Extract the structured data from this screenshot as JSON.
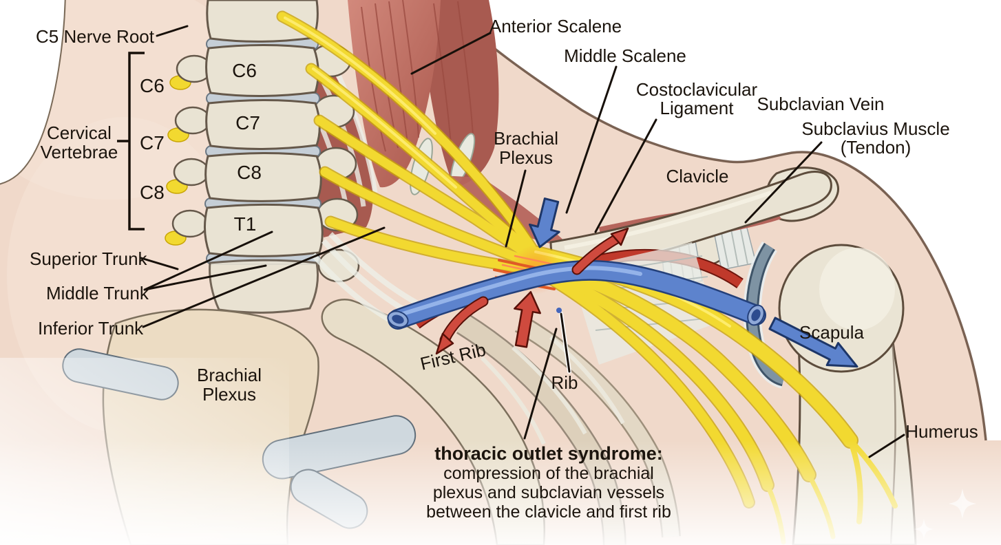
{
  "figure": {
    "type": "anatomical diagram",
    "subject": "Thoracic outlet syndrome — brachial plexus and subclavian vessel compression at the shoulder"
  },
  "labels": {
    "c5_nerve_root": "C5 Nerve Root",
    "cervical_vertebrae_line1": "Cervical",
    "cervical_vertebrae_line2": "Vertebrae",
    "bracket_c6": "C6",
    "bracket_c7": "C7",
    "bracket_c8": "C8",
    "vertebra_c6": "C6",
    "vertebra_c7": "C7",
    "vertebra_c8": "C8",
    "vertebra_t1": "T1",
    "anterior_scalene": "Anterior Scalene",
    "middle_scalene": "Middle Scalene",
    "costoclavicular_line1": "Costoclavicular",
    "costoclavicular_line2": "Ligament",
    "subclavian_vein": "Subclavian Vein",
    "subclavius_line1": "Subclavius Muscle",
    "subclavius_line2": "(Tendon)",
    "clavicle": "Clavicle",
    "brachial_plexus_upper_line1": "Brachial",
    "brachial_plexus_upper_line2": "Plexus",
    "superior_trunk": "Superior Trunk",
    "middle_trunk": "Middle Trunk",
    "inferior_trunk": "Inferior Trunk",
    "brachial_plexus_lower_line1": "Brachial",
    "brachial_plexus_lower_line2": "Plexus",
    "first_rib": "First Rib",
    "rib": "Rib",
    "scapula": "Scapula",
    "humerus": "Humerus"
  },
  "caption": {
    "title": "thoracic outlet syndrome:",
    "line1": "compression of the brachial",
    "line2": "plexus and subclavian vessels",
    "line3": "between the clavicle and first rib"
  },
  "colors": {
    "skin": "#f0d9ca",
    "background_white": "#ffffff",
    "bone": "#e9e3d3",
    "bone_outline": "#5d4c3c",
    "disc": "#c5ced6",
    "nerve_yellow": "#f2d930",
    "nerve_highlight": "#ffef78",
    "muscle_red": "#c0706a",
    "muscle_deep": "#a0544a",
    "vein_blue": "#5d83cd",
    "artery_red": "#c0392b",
    "compression_orange": "#e05a25",
    "text": "#1b140d"
  }
}
